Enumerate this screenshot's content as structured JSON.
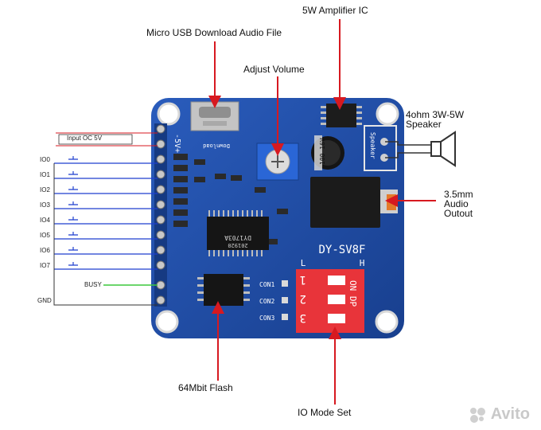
{
  "callouts": {
    "amplifier": "5W Amplifier IC",
    "usb": "Micro USB Download Audio File",
    "volume": "Adjust Volume",
    "speaker": "4ohm 3W-5W\nSpeaker",
    "audio_out": "3.5mm\nAudio\nOutout",
    "flash": "64Mbit Flash",
    "io_mode": "IO Mode Set"
  },
  "pin_labels": {
    "input": "Input OC 5V",
    "io": [
      "IO0",
      "IO1",
      "IO2",
      "IO3",
      "IO4",
      "IO5",
      "IO6",
      "IO7"
    ],
    "busy": "BUSY",
    "gnd": "GND"
  },
  "board_text": {
    "power_pins": "-5V+",
    "model": "DY-SV8F",
    "l": "L",
    "h": "H",
    "con": [
      "CON1",
      "CON2",
      "CON3"
    ],
    "dip_nums": [
      "1",
      "2",
      "3"
    ],
    "on_dp": "ON DP",
    "usb_text": "Download",
    "chip_text": "DY1703A",
    "chip_text2": "201920",
    "speaker_text": "Speaker",
    "cap_text": "100 16V"
  },
  "watermark": "Avito",
  "colors": {
    "pcb": "#1f4fa8",
    "arrow": "#d71920",
    "io_wire": "#1e3fcf",
    "busy_wire": "#3cc83c",
    "dip": "#e8343a"
  }
}
